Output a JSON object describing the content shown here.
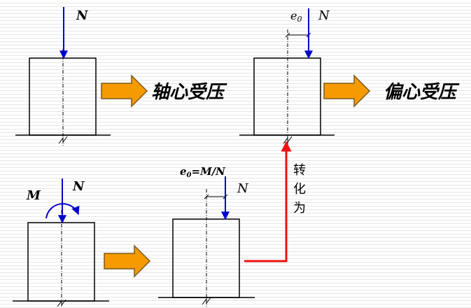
{
  "labels": {
    "n_top_left": "N",
    "axial": "轴心受压",
    "e0": "e",
    "e0_sub": "0",
    "n_top_right": "N",
    "eccentric": "偏心受压",
    "m_bottom_left": "M",
    "n_bottom_left": "N",
    "e0_eq_e": "e",
    "e0_eq_sub": "0",
    "e0_eq_rest": "=M/N",
    "n_bottom_middle": "N",
    "convert_1": "转",
    "convert_2": "化",
    "convert_3": "为"
  },
  "colors": {
    "force": "#0000cc",
    "arrow_fill": "#f59a00",
    "arrow_stroke": "#7a5a20",
    "transform": "#ee1111",
    "outline": "#000000"
  }
}
